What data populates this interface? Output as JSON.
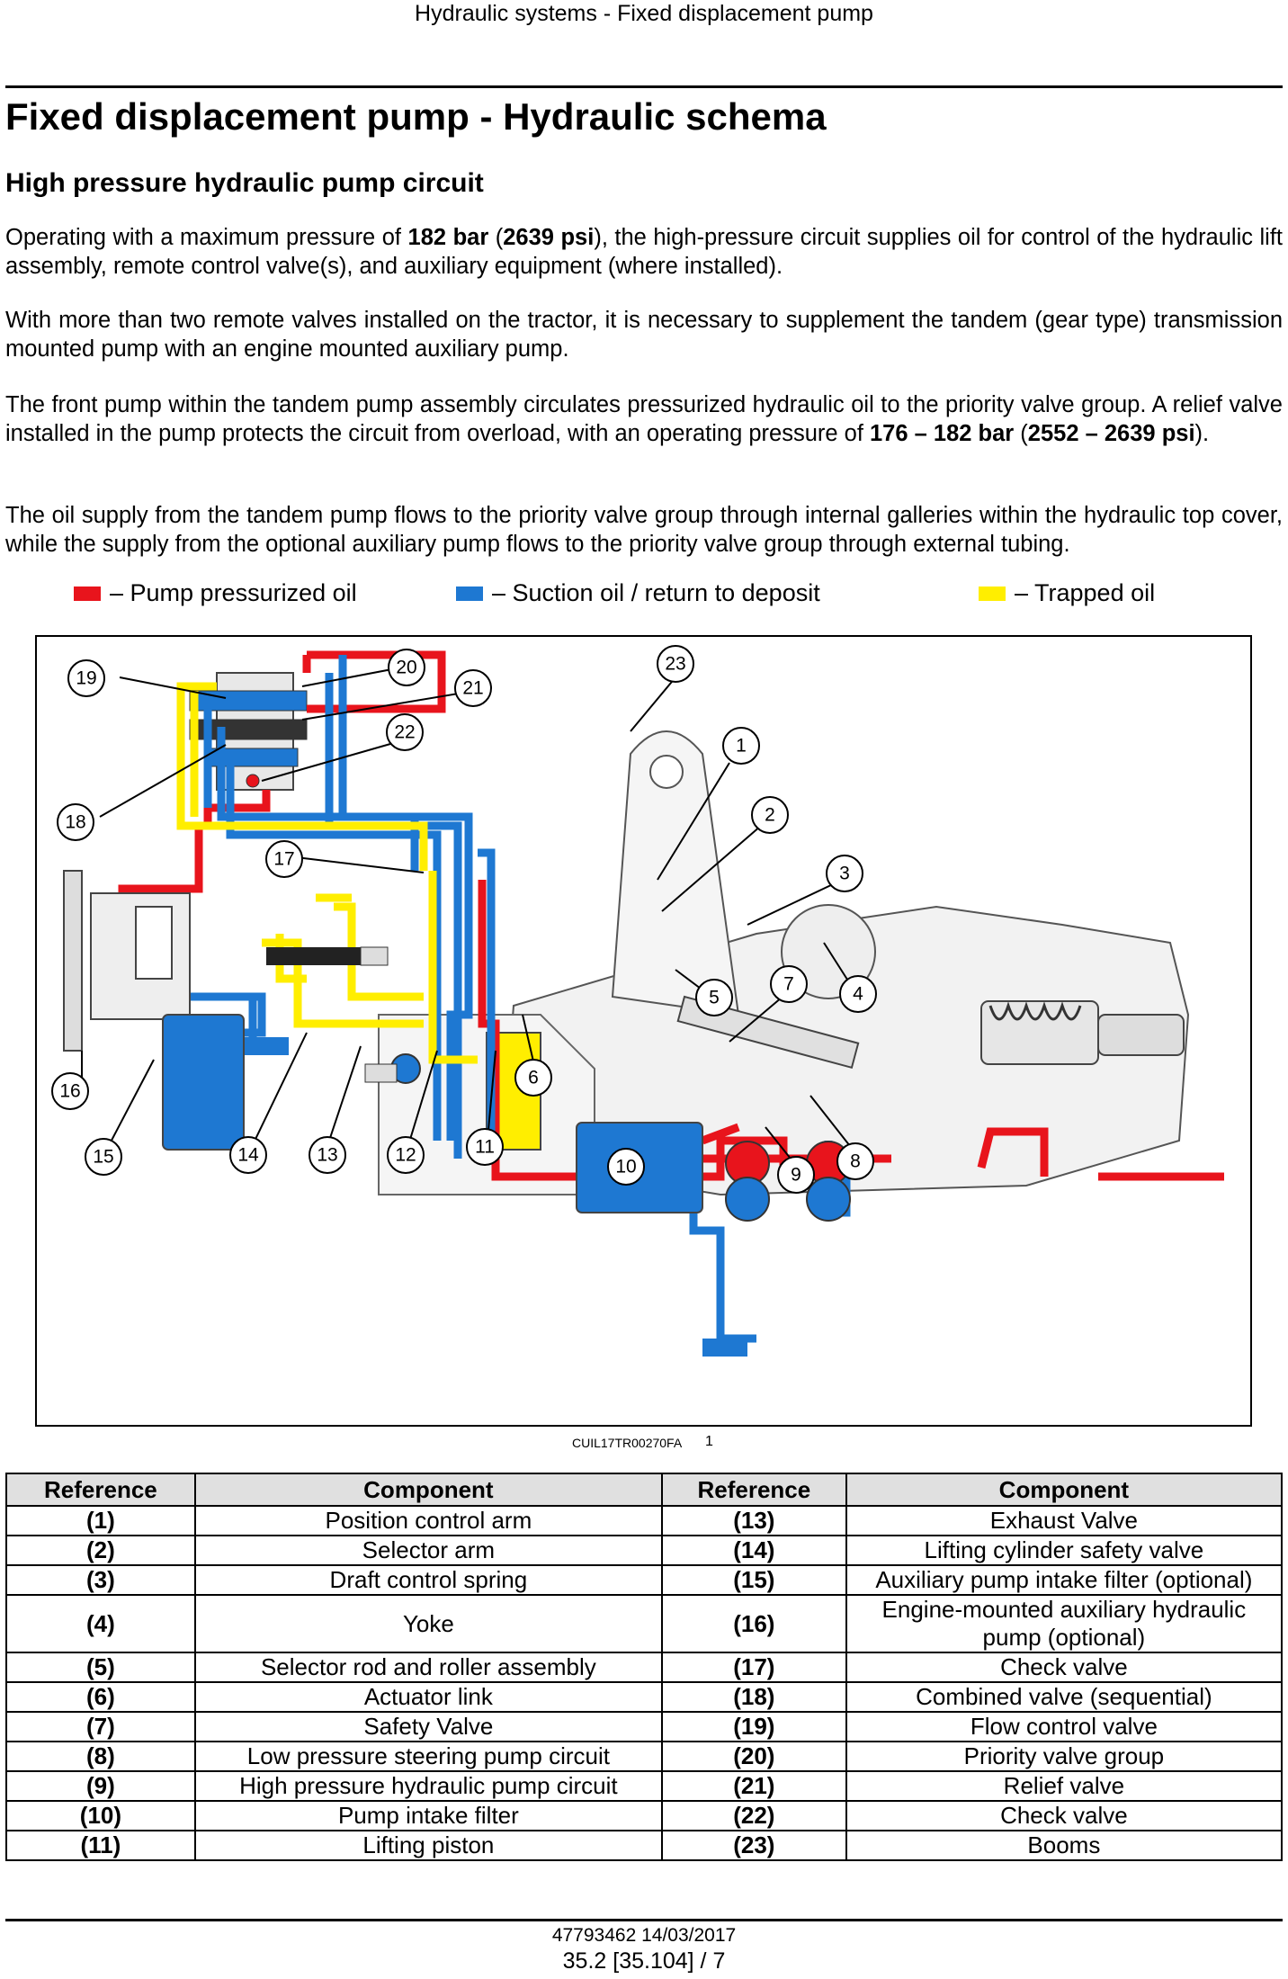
{
  "header": {
    "running_title": "Hydraulic systems - Fixed displacement pump"
  },
  "title": "Fixed displacement pump - Hydraulic schema",
  "section": "High pressure hydraulic pump circuit",
  "paragraphs": [
    {
      "p1a": "Operating with a maximum pressure of ",
      "p1b": "182 bar",
      "p1c": " (",
      "p1d": "2639 psi",
      "p1e": "), the high-pressure circuit supplies oil for control of the hydraulic lift assembly, remote control valve(s), and auxiliary equipment (where installed)."
    },
    {
      "text": "With more than two remote valves installed on the tractor, it is necessary to supplement the tandem (gear type) transmission mounted pump with an engine mounted auxiliary pump."
    },
    {
      "p3a": "The front pump within the tandem pump assembly circulates pressurized hydraulic oil to the priority valve group.  A relief valve installed in the pump protects the circuit from overload, with an operating pressure of ",
      "p3b": "176 – 182 bar",
      "p3c": " (",
      "p3d": "2552 – 2639 psi",
      "p3e": ")."
    },
    {
      "text": "The oil supply from the tandem pump flows to the priority valve group through internal galleries within the hydraulic top cover, while the supply from the optional auxiliary pump flows to the priority valve group through external tubing."
    }
  ],
  "legend": [
    {
      "label": "– Pump pressurized oil",
      "color": "#e8141c"
    },
    {
      "label": "– Suction oil / return to deposit",
      "color": "#1e78d2"
    },
    {
      "label": "– Trapped oil",
      "color": "#ffee00"
    }
  ],
  "figure": {
    "code": "CUIL17TR00270FA",
    "number": "1",
    "callouts": [
      "1",
      "2",
      "3",
      "4",
      "5",
      "6",
      "7",
      "8",
      "9",
      "10",
      "11",
      "12",
      "13",
      "14",
      "15",
      "16",
      "17",
      "18",
      "19",
      "20",
      "21",
      "22",
      "23"
    ]
  },
  "table": {
    "headers": [
      "Reference",
      "Component",
      "Reference",
      "Component"
    ],
    "rows": [
      [
        "(1)",
        "Position control arm",
        "(13)",
        "Exhaust Valve"
      ],
      [
        "(2)",
        "Selector arm",
        "(14)",
        "Lifting cylinder safety valve"
      ],
      [
        "(3)",
        "Draft control spring",
        "(15)",
        "Auxiliary pump intake filter (optional)"
      ],
      [
        "(4)",
        "Yoke",
        "(16)",
        "Engine-mounted auxiliary hydraulic pump (optional)"
      ],
      [
        "(5)",
        "Selector rod and roller assembly",
        "(17)",
        "Check valve"
      ],
      [
        "(6)",
        "Actuator link",
        "(18)",
        "Combined valve (sequential)"
      ],
      [
        "(7)",
        "Safety Valve",
        "(19)",
        "Flow control valve"
      ],
      [
        "(8)",
        "Low pressure steering pump circuit",
        "(20)",
        "Priority valve group"
      ],
      [
        "(9)",
        "High pressure hydraulic pump circuit",
        "(21)",
        "Relief valve"
      ],
      [
        "(10)",
        "Pump intake filter",
        "(22)",
        "Check valve"
      ],
      [
        "(11)",
        "Lifting piston",
        "(23)",
        "Booms"
      ]
    ]
  },
  "footer": {
    "doc_id": "47793462 14/03/2017",
    "page_ref": "35.2 [35.104] / 7"
  }
}
